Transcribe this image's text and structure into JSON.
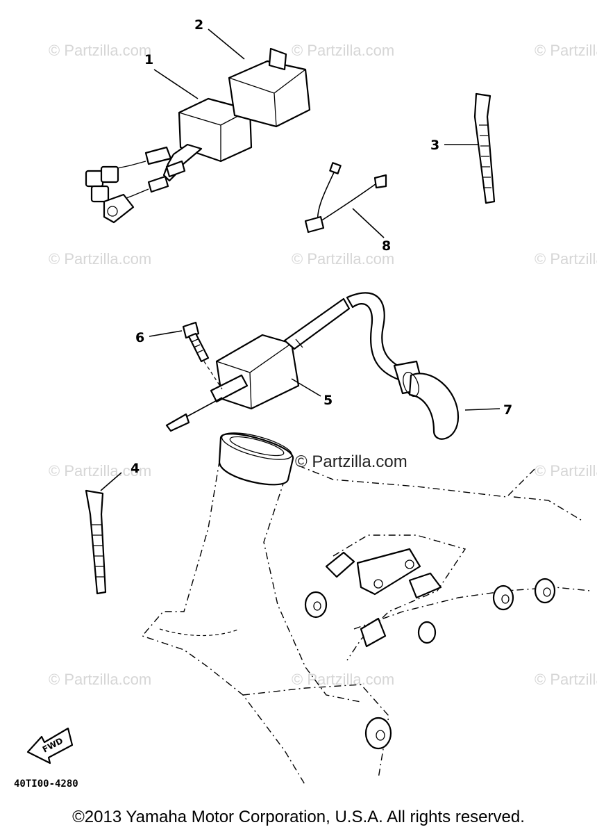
{
  "watermark": "© Partzilla.com",
  "callouts": [
    "1",
    "2",
    "3",
    "4",
    "5",
    "6",
    "7",
    "8"
  ],
  "diagram_code": "40TI00-4280",
  "fwd_label": "FWD",
  "copyright": "©2013 Yamaha Motor Corporation, U.S.A. All rights reserved."
}
